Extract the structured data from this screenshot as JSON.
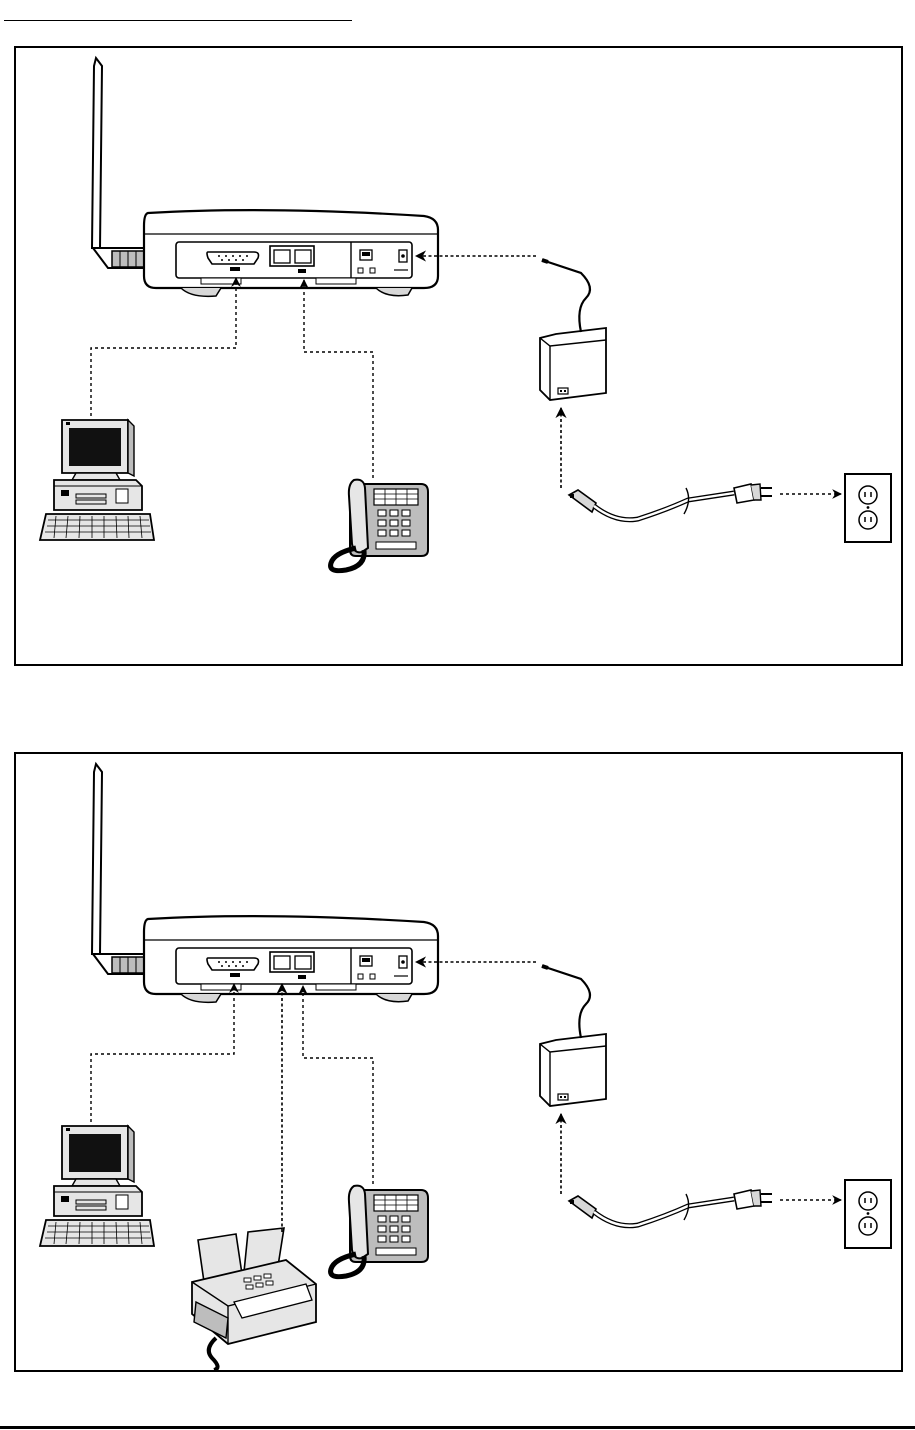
{
  "diagrams": [
    {
      "id": "setup-phone",
      "devices": [
        "router",
        "computer",
        "telephone",
        "power-adapter",
        "power-cord",
        "wall-outlet"
      ]
    },
    {
      "id": "setup-phone-fax",
      "devices": [
        "router",
        "computer",
        "telephone",
        "fax-machine",
        "power-adapter",
        "power-cord",
        "wall-outlet"
      ]
    }
  ],
  "colors": {
    "line": "#000000",
    "fill_light": "#e6e6e6",
    "fill_mid": "#bdbdbd",
    "screen": "#111111"
  }
}
